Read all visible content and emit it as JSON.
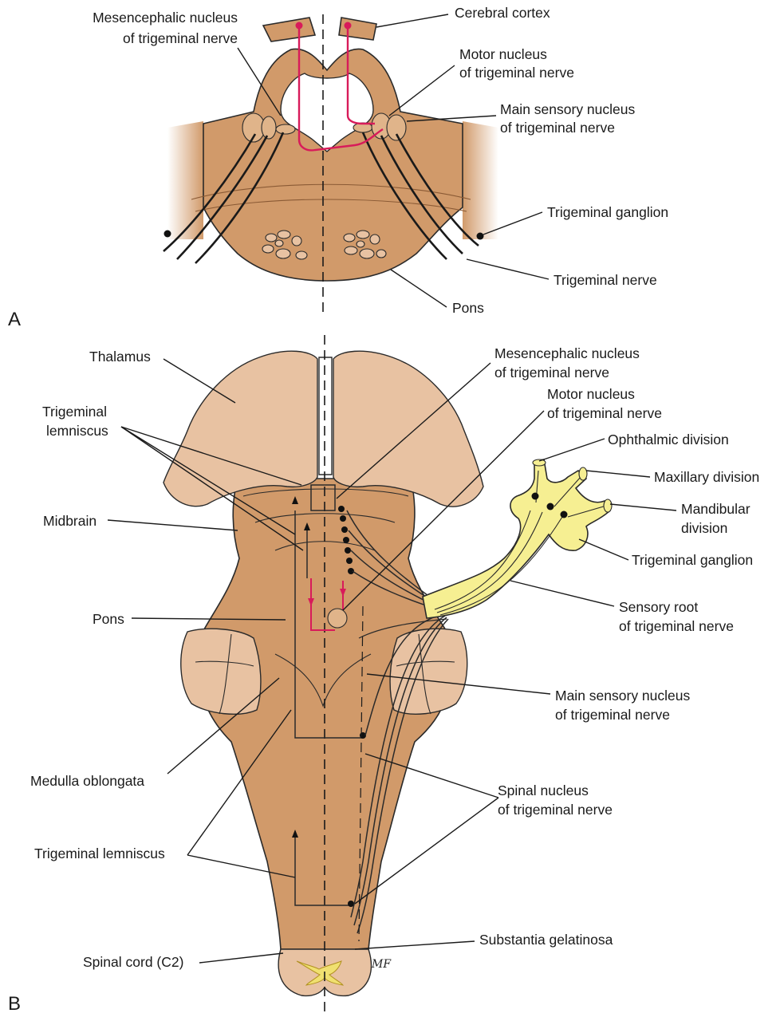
{
  "panels": {
    "a": "A",
    "b": "B"
  },
  "panel_a_labels": {
    "mesencephalic_1": "Mesencephalic nucleus",
    "mesencephalic_2": "of trigeminal nerve",
    "cerebral_cortex": "Cerebral cortex",
    "motor_1": "Motor nucleus",
    "motor_2": "of trigeminal nerve",
    "main_sensory_1": "Main sensory nucleus",
    "main_sensory_2": "of trigeminal nerve",
    "trigeminal_ganglion": "Trigeminal ganglion",
    "trigeminal_nerve": "Trigeminal nerve",
    "pons": "Pons"
  },
  "panel_b_labels": {
    "thalamus": "Thalamus",
    "trigeminal_lemniscus_1": "Trigeminal",
    "trigeminal_lemniscus_2": "lemniscus",
    "midbrain": "Midbrain",
    "pons": "Pons",
    "medulla": "Medulla oblongata",
    "trigeminal_lemniscus_lower": "Trigeminal lemniscus",
    "spinal_cord": "Spinal cord (C2)",
    "mesencephalic_1": "Mesencephalic nucleus",
    "mesencephalic_2": "of trigeminal nerve",
    "motor_1": "Motor nucleus",
    "motor_2": "of trigeminal nerve",
    "ophthalmic": "Ophthalmic division",
    "maxillary": "Maxillary division",
    "mandibular_1": "Mandibular",
    "mandibular_2": "division",
    "trigeminal_ganglion": "Trigeminal ganglion",
    "sensory_root_1": "Sensory root",
    "sensory_root_2": "of trigeminal nerve",
    "main_sensory_1": "Main sensory nucleus",
    "main_sensory_2": "of trigeminal nerve",
    "spinal_nucleus_1": "Spinal nucleus",
    "spinal_nucleus_2": "of trigeminal nerve",
    "substantia_gelatinosa": "Substantia gelatinosa"
  },
  "signature": "MF",
  "colors": {
    "tissue": "#d19a6a",
    "light_tissue": "#e8c2a2",
    "motor_pathway": "#d81b5a",
    "ganglion": "#f6ef92"
  }
}
